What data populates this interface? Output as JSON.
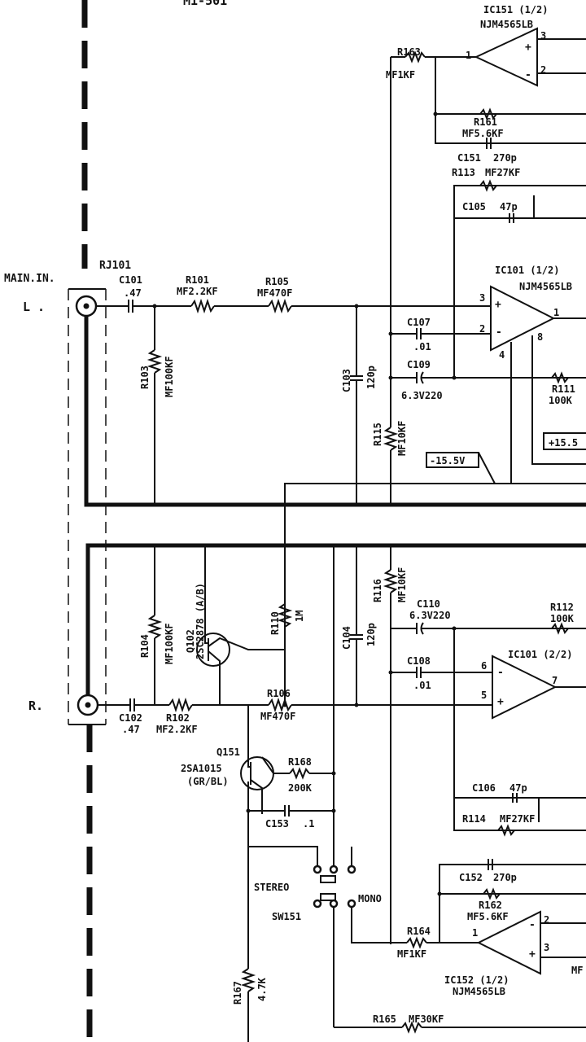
{
  "header_partial": "M1-501",
  "connector": {
    "ref": "RJ101",
    "name": "MAIN.IN.",
    "left": "L .",
    "right": "R."
  },
  "power": {
    "neg": "-15.5V",
    "pos": "+15.5"
  },
  "components": {
    "c101": {
      "ref": "C101",
      "value": ".47"
    },
    "c102": {
      "ref": "C102",
      "value": ".47"
    },
    "r101": {
      "ref": "R101",
      "value": "MF2.2KF"
    },
    "r102": {
      "ref": "R102",
      "value": "MF2.2KF"
    },
    "r103": {
      "ref": "R103",
      "value": "MF100KF"
    },
    "r104": {
      "ref": "R104",
      "value": "MF100KF"
    },
    "r105": {
      "ref": "R105",
      "value": "MF470F"
    },
    "r106": {
      "ref": "R106",
      "value": "MF470F"
    },
    "c103": {
      "ref": "C103",
      "value": "120p"
    },
    "c104": {
      "ref": "C104",
      "value": "120p"
    },
    "r115": {
      "ref": "R115",
      "value": "MF10KF"
    },
    "r116": {
      "ref": "R116",
      "value": "MF10KF"
    },
    "c107": {
      "ref": "C107",
      "value": ".01"
    },
    "c108": {
      "ref": "C108",
      "value": ".01"
    },
    "c109": {
      "ref": "C109",
      "value": "6.3V220"
    },
    "c110": {
      "ref": "C110",
      "value": "6.3V220"
    },
    "c105": {
      "ref": "C105",
      "value": "47p"
    },
    "c106": {
      "ref": "C106",
      "value": "47p"
    },
    "r113": {
      "ref": "R113",
      "value": "MF27KF"
    },
    "r114": {
      "ref": "R114",
      "value": "MF27KF"
    },
    "r111": {
      "ref": "R111",
      "value": "100K"
    },
    "r112": {
      "ref": "R112",
      "value": "100K"
    },
    "r110": {
      "ref": "R110",
      "value": "1M"
    },
    "q102": {
      "ref": "Q102",
      "value": "2SC2878 (A/B)"
    },
    "q151": {
      "ref": "Q151",
      "value": "2SA1015",
      "grade": "(GR/BL)"
    },
    "r168": {
      "ref": "R168",
      "value": "200K"
    },
    "c153": {
      "ref": "C153",
      "value": ".1"
    },
    "r167": {
      "ref": "R167",
      "value": "4.7K"
    },
    "r163": {
      "ref": "R163",
      "value": "MF1KF"
    },
    "r164": {
      "ref": "R164",
      "value": "MF1KF"
    },
    "r161": {
      "ref": "R161",
      "value": "MF5.6KF"
    },
    "r162": {
      "ref": "R162",
      "value": "MF5.6KF"
    },
    "c151": {
      "ref": "C151",
      "value": "270p"
    },
    "c152": {
      "ref": "C152",
      "value": "270p"
    },
    "r165": {
      "ref": "R165",
      "value": "MF30KF"
    },
    "ic151": {
      "ref": "IC151 (1/2)",
      "part": "NJM4565LB"
    },
    "ic152": {
      "ref": "IC152 (1/2)",
      "part": "NJM4565LB"
    },
    "ic101a": {
      "ref": "IC101 (1/2)",
      "part": "NJM4565LB"
    },
    "ic101b": {
      "ref": "IC101 (2/2)"
    },
    "sw151": {
      "ref": "SW151",
      "stereo": "STEREO",
      "mono": "MONO"
    },
    "mf_edge": "MF"
  },
  "pins": {
    "ic151": {
      "p1": "1",
      "p2": "2",
      "p3": "3",
      "plus": "+",
      "minus": "-"
    },
    "ic152": {
      "p1": "1",
      "p2": "2",
      "p3": "3",
      "plus": "+",
      "minus": "-"
    },
    "ic101a": {
      "p1": "1",
      "p2": "2",
      "p3": "3",
      "p4": "4",
      "p8": "8",
      "plus": "+",
      "minus": "-"
    },
    "ic101b": {
      "p5": "5",
      "p6": "6",
      "p7": "7",
      "plus": "+",
      "minus": "-"
    }
  }
}
